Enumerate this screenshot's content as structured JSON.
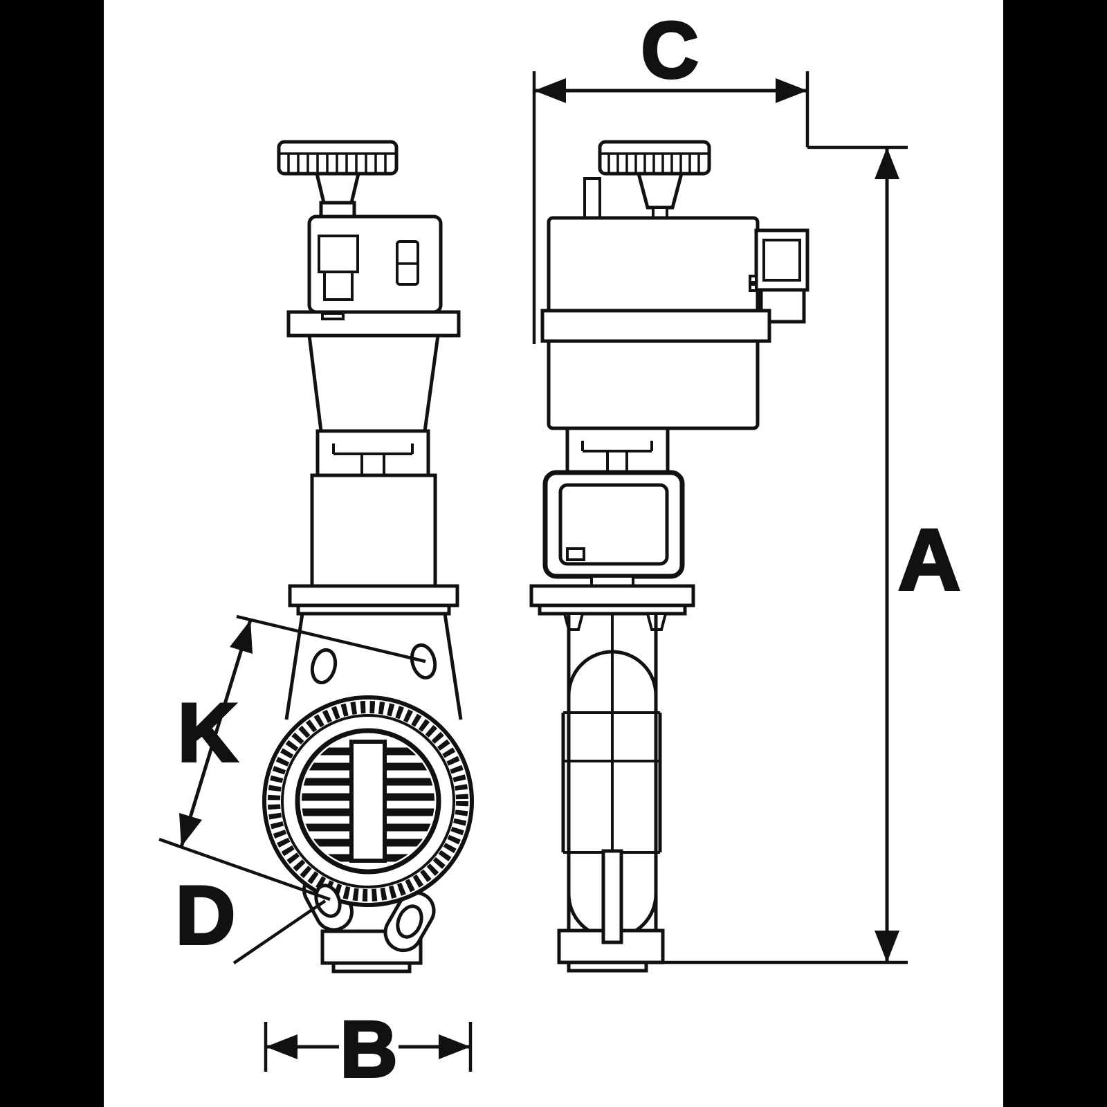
{
  "diagram": {
    "background_color": "#000000",
    "canvas_color": "#ffffff",
    "line_color": "#111111",
    "dimension_labels": {
      "A": "A",
      "B": "B",
      "C": "C",
      "D": "D",
      "K": "K"
    }
  }
}
